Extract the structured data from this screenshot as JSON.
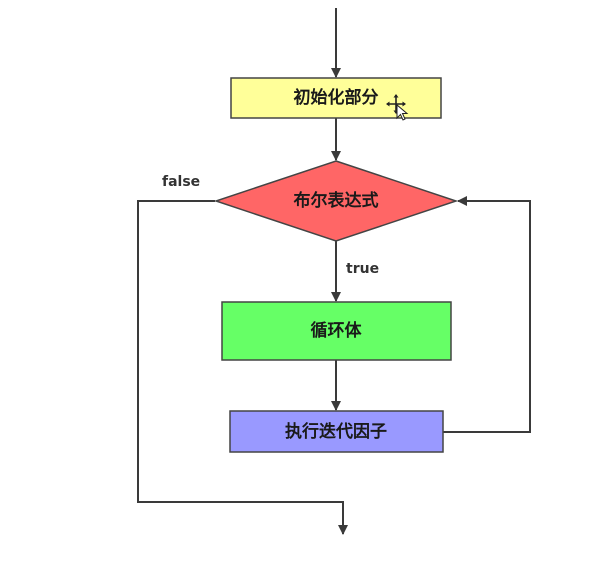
{
  "diagram": {
    "nodes": {
      "init": {
        "label": "初始化部分",
        "color": "#ffff99"
      },
      "condition": {
        "label": "布尔表达式",
        "color": "#ff6666"
      },
      "body": {
        "label": "循环体",
        "color": "#66ff66"
      },
      "iterate": {
        "label": "执行迭代因子",
        "color": "#9999ff"
      }
    },
    "edge_labels": {
      "false": "false",
      "true": "true"
    },
    "line_color": "#3a3a3a"
  },
  "cursor": {
    "icon": "move-cursor-icon"
  }
}
